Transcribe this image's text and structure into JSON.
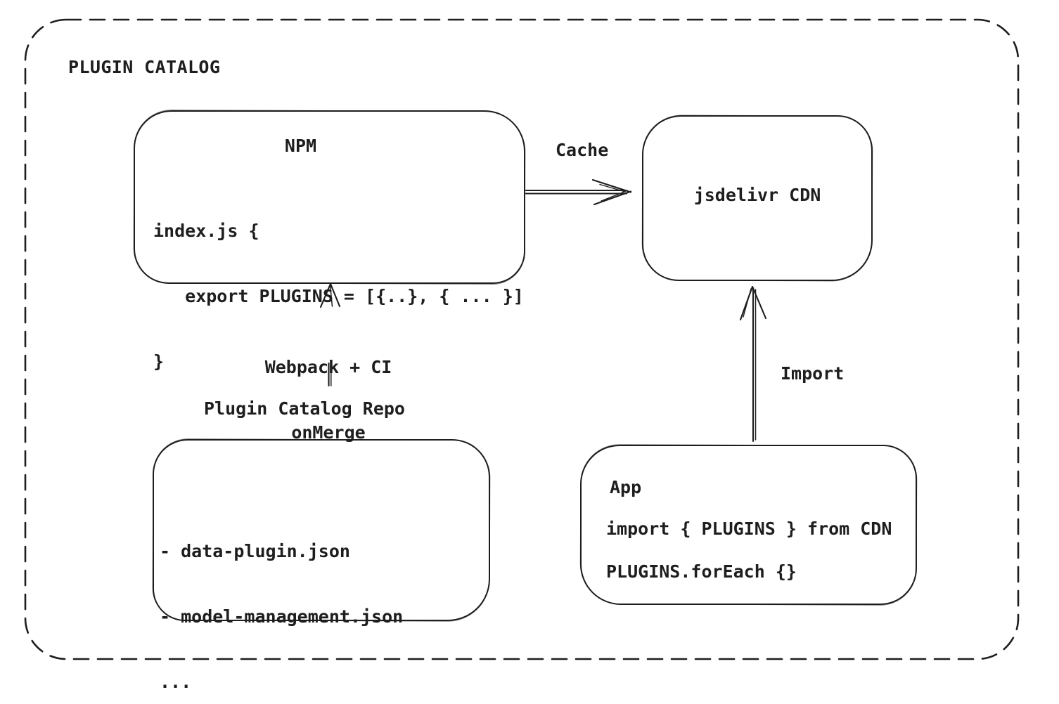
{
  "title": "PLUGIN CATALOG",
  "colors": {
    "stroke": "#1e1e1e",
    "background": "#ffffff"
  },
  "npm": {
    "title": "NPM",
    "code_lines": [
      "index.js {",
      "   export PLUGINS = [{..}, { ... }]",
      "}"
    ]
  },
  "cdn": {
    "label": "jsdelivr CDN"
  },
  "repo": {
    "title": "Plugin Catalog Repo",
    "files": [
      "- data-plugin.json",
      "- model-management.json",
      "..."
    ]
  },
  "app": {
    "title": "App",
    "code_lines": [
      "import { PLUGINS } from CDN",
      "PLUGINS.forEach {}"
    ]
  },
  "edges": {
    "cache_label": "Cache",
    "build_label_line1": "Webpack + CI",
    "build_label_line2": "onMerge",
    "import_label": "Import"
  }
}
